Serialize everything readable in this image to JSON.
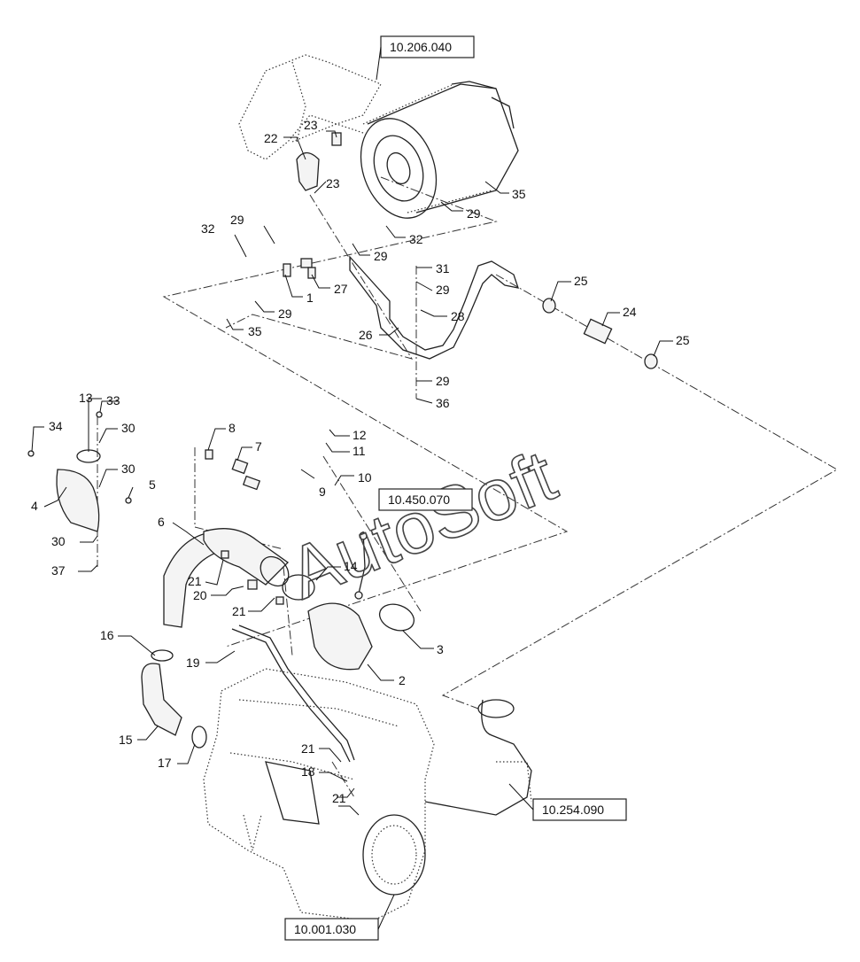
{
  "references": [
    "10.206.040",
    "10.450.070",
    "10.254.090",
    "10.001.030"
  ],
  "watermark": "AutoSoft",
  "callouts": {
    "c1": "1",
    "c2": "2",
    "c3": "3",
    "c4": "4",
    "c5": "5",
    "c6": "6",
    "c7": "7",
    "c8": "8",
    "c9": "9",
    "c10": "10",
    "c11": "11",
    "c12": "12",
    "c13": "13",
    "c14": "14",
    "c15": "15",
    "c16": "16",
    "c17": "17",
    "c18": "18",
    "c19": "19",
    "c20": "20",
    "c21a": "21",
    "c21b": "21",
    "c21c": "21",
    "c21d": "21",
    "c22": "22",
    "c23a": "23",
    "c23b": "23",
    "c24": "24",
    "c25a": "25",
    "c25b": "25",
    "c26": "26",
    "c27": "27",
    "c28": "28",
    "c29a": "29",
    "c29b": "29",
    "c29c": "29",
    "c29d": "29",
    "c29e": "29",
    "c29f": "29",
    "c30a": "30",
    "c30b": "30",
    "c30c": "30",
    "c31": "31",
    "c32a": "32",
    "c32b": "32",
    "c33": "33",
    "c34": "34",
    "c35a": "35",
    "c35b": "35",
    "c36": "36",
    "c37": "37"
  }
}
